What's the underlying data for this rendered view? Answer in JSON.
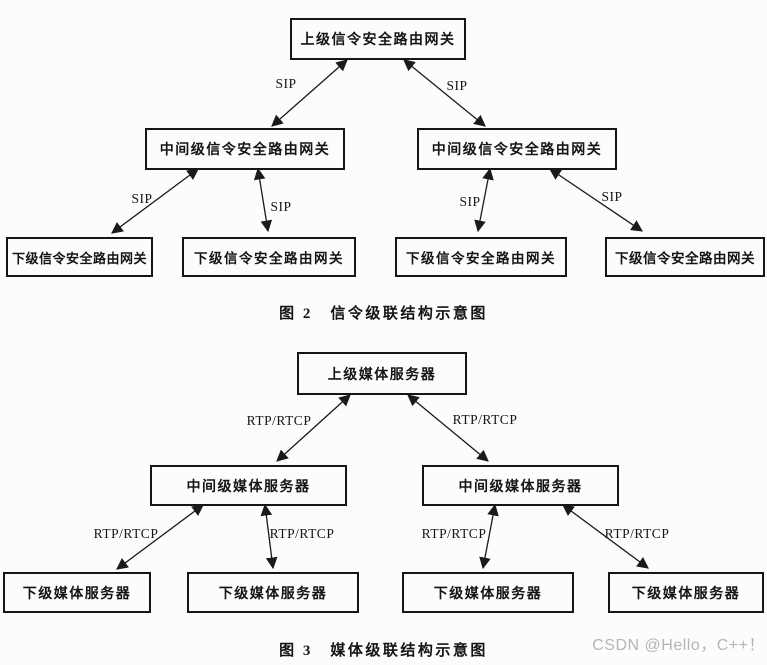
{
  "fig2": {
    "caption": "图 2　信令级联结构示意图",
    "nodes": [
      {
        "id": "upper",
        "label": "上级信令安全路由网关"
      },
      {
        "id": "mid-left",
        "label": "中间级信令安全路由网关"
      },
      {
        "id": "mid-right",
        "label": "中间级信令安全路由网关"
      },
      {
        "id": "lower-1",
        "label": "下级信令安全路由网关"
      },
      {
        "id": "lower-2",
        "label": "下级信令安全路由网关"
      },
      {
        "id": "lower-3",
        "label": "下级信令安全路由网关"
      },
      {
        "id": "lower-4",
        "label": "下级信令安全路由网关"
      }
    ],
    "edges": [
      {
        "from": "upper",
        "to": "mid-left",
        "label": "SIP"
      },
      {
        "from": "upper",
        "to": "mid-right",
        "label": "SIP"
      },
      {
        "from": "mid-left",
        "to": "lower-1",
        "label": "SIP"
      },
      {
        "from": "mid-left",
        "to": "lower-2",
        "label": "SIP"
      },
      {
        "from": "mid-right",
        "to": "lower-3",
        "label": "SIP"
      },
      {
        "from": "mid-right",
        "to": "lower-4",
        "label": "SIP"
      }
    ]
  },
  "fig3": {
    "caption": "图 3　媒体级联结构示意图",
    "nodes": [
      {
        "id": "upper",
        "label": "上级媒体服务器"
      },
      {
        "id": "mid-left",
        "label": "中间级媒体服务器"
      },
      {
        "id": "mid-right",
        "label": "中间级媒体服务器"
      },
      {
        "id": "lower-1",
        "label": "下级媒体服务器"
      },
      {
        "id": "lower-2",
        "label": "下级媒体服务器"
      },
      {
        "id": "lower-3",
        "label": "下级媒体服务器"
      },
      {
        "id": "lower-4",
        "label": "下级媒体服务器"
      }
    ],
    "edges": [
      {
        "from": "upper",
        "to": "mid-left",
        "label": "RTP/RTCP"
      },
      {
        "from": "upper",
        "to": "mid-right",
        "label": "RTP/RTCP"
      },
      {
        "from": "mid-left",
        "to": "lower-1",
        "label": "RTP/RTCP"
      },
      {
        "from": "mid-left",
        "to": "lower-2",
        "label": "RTP/RTCP"
      },
      {
        "from": "mid-right",
        "to": "lower-3",
        "label": "RTP/RTCP"
      },
      {
        "from": "mid-right",
        "to": "lower-4",
        "label": "RTP/RTCP"
      }
    ]
  },
  "watermark": {
    "text": "CSDN @Hello，C++！",
    "color": "#b5b5b5"
  },
  "colors": {
    "line": "#1a1a1a",
    "box_border": "#161616",
    "background": "#fcfcfb"
  }
}
